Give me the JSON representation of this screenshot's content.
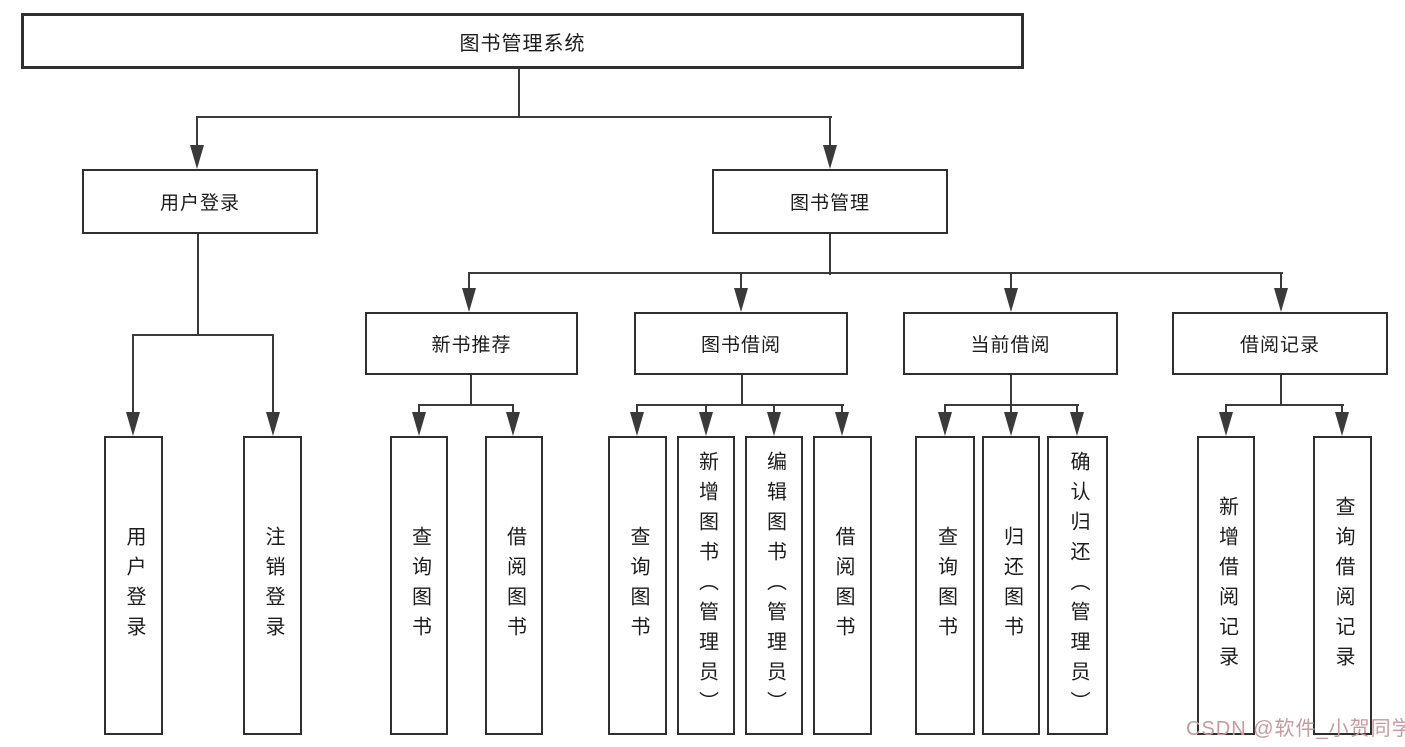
{
  "tree": {
    "root": "图书管理系统",
    "branches": [
      {
        "label": "用户登录",
        "children": [
          "用户登录",
          "注销登录"
        ]
      },
      {
        "label": "图书管理",
        "groups": [
          {
            "label": "新书推荐",
            "children": [
              "查询图书",
              "借阅图书"
            ]
          },
          {
            "label": "图书借阅",
            "children": [
              "查询图书",
              "新增图书（管理员）",
              "编辑图书（管理员）",
              "借阅图书"
            ]
          },
          {
            "label": "当前借阅",
            "children": [
              "查询图书",
              "归还图书",
              "确认归还（管理员）"
            ]
          },
          {
            "label": "借阅记录",
            "children": [
              "新增借阅记录",
              "查询借阅记录"
            ]
          }
        ]
      }
    ]
  },
  "watermark": {
    "text": "CSDN @软件_小贺同学",
    "color": "#c59aa0"
  },
  "colors": {
    "line": "#3a3a3a",
    "box_border": "#2f2f2f",
    "text": "#1c1c1c",
    "background": "#ffffff"
  }
}
